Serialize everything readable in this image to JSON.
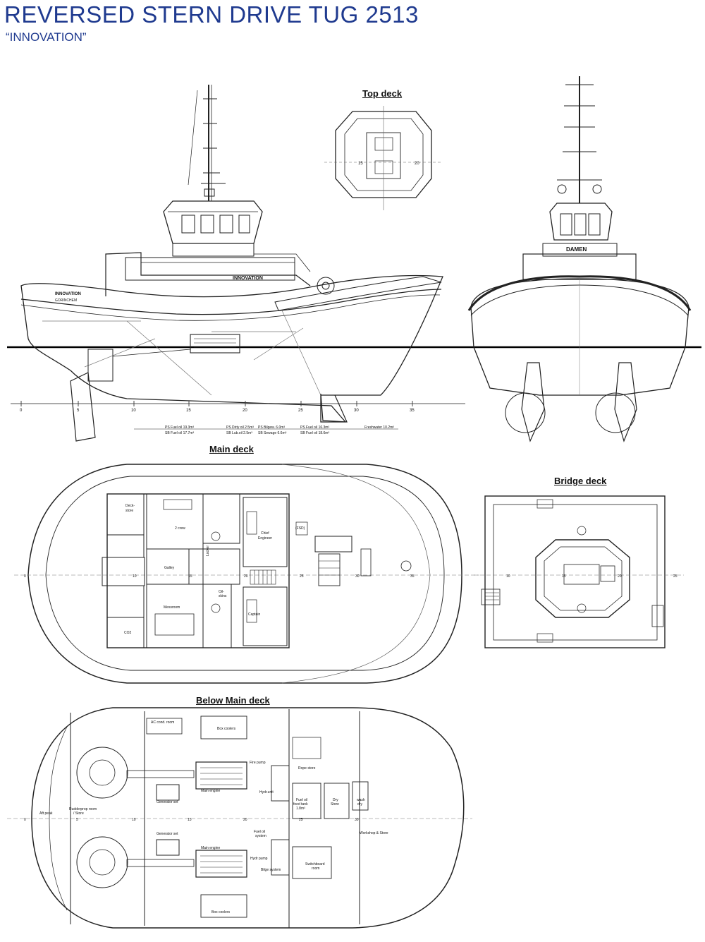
{
  "header": {
    "title": "REVERSED STERN DRIVE TUG 2513",
    "subtitle": "“INNOVATION”"
  },
  "sections": {
    "top_deck": "Top deck",
    "main_deck": "Main deck",
    "bridge_deck": "Bridge deck",
    "below_main_deck": "Below Main deck"
  },
  "profile": {
    "hull_name": "INNOVATION",
    "stern_name_1": "INNOVATION",
    "stern_name_2": "GORINCHEM",
    "frame_numbers": [
      "0",
      "5",
      "10",
      "15",
      "20",
      "25",
      "30",
      "35"
    ],
    "tanks": [
      {
        "top": "PS Fuel oil 19.3m³",
        "bottom": "SB Fuel oil 17.7m³"
      },
      {
        "top": "PS Dirty oil 2.5m³",
        "bottom": "SB Lub.oil 2.5m³"
      },
      {
        "top": "PS Bilgew. 6.0m³",
        "bottom": "SB Sewage 6.6m³"
      },
      {
        "top": "PS Fuel oil 16.3m³",
        "bottom": "SB Fuel oil 18.6m³"
      },
      {
        "top": "Freshwater 10.2m³",
        "bottom": ""
      }
    ]
  },
  "front_view": {
    "wheelhouse_name": "DAMEN"
  },
  "top_deck_plan": {
    "frame_numbers": [
      "15",
      "20"
    ]
  },
  "main_deck_plan": {
    "rooms": {
      "deck_store_1": "Deck-",
      "deck_store_2": "store",
      "crew": "2 crew",
      "chief_1": "Chief",
      "chief_2": "Engineer",
      "fsd": "(FSD)",
      "galley": "Galley",
      "locker": "Locker",
      "oilskins_1": "Oil-",
      "oilskins_2": "skins",
      "messroom": "Messroom",
      "captain": "Captain",
      "co2": "CO2"
    },
    "frame_numbers": [
      "0",
      "10",
      "15",
      "20",
      "25",
      "30",
      "35"
    ]
  },
  "bridge_deck_plan": {
    "frame_numbers": [
      "10",
      "15",
      "20",
      "25"
    ]
  },
  "below_main_deck_plan": {
    "rooms": {
      "ac_room": "AC cond. room",
      "box_coolers_top": "Box coolers",
      "fire_pump": "Fire pump",
      "rope_store": "Rope store",
      "main_engine_top": "Main engine",
      "generator_top": "Generator set",
      "hydr_unit": "Hydr.unit",
      "fuel_oil_1": "Fuel oil",
      "fuel_oil_2": "feed tank",
      "fuel_oil_3": "1.8m³",
      "dry_store_1": "Dry",
      "dry_store_2": "Store",
      "wash_1": "wash",
      "wash_2": "dry",
      "aft_peak": "Aft peak",
      "rudderprop_1": "Rudderprop room",
      "rudderprop_2": "/ Store",
      "generator_bottom": "Generator set",
      "fuel_system_1": "Fuel oil",
      "fuel_system_2": "system",
      "workshop": "Workshop & Store",
      "main_engine_bottom": "Main engine",
      "hydr_pump": "Hydr pump",
      "bilge_system": "Bilge system",
      "switchboard_1": "Switchboard",
      "switchboard_2": "room",
      "box_coolers_bottom": "Box coolers"
    },
    "frame_numbers": [
      "0",
      "5",
      "10",
      "15",
      "20",
      "25",
      "30"
    ]
  }
}
